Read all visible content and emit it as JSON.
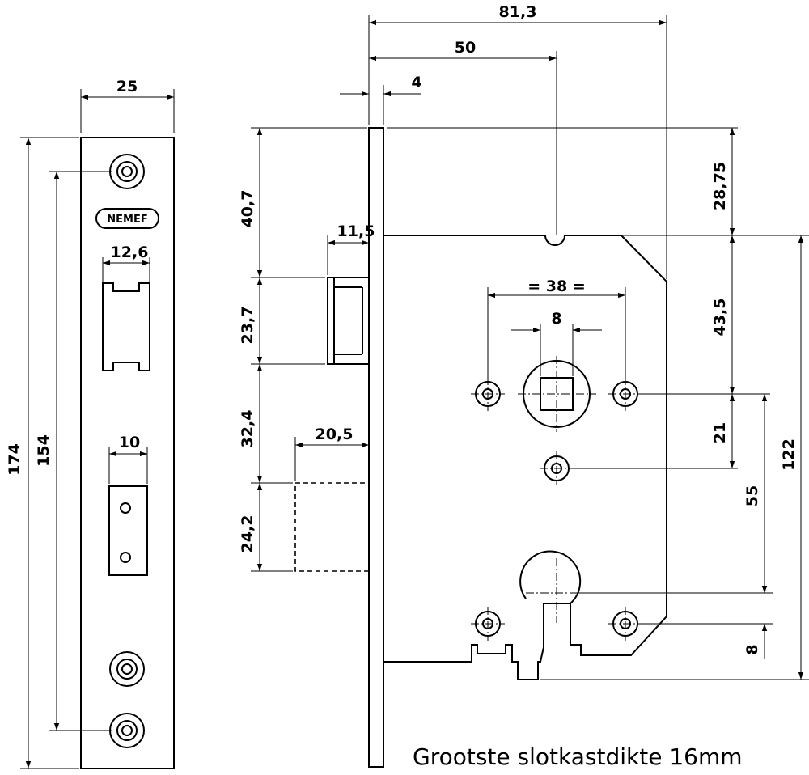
{
  "brand": "NEMEF",
  "caption": "Grootste slotkastdikte 16mm",
  "dims": {
    "faceplate_width": "25",
    "faceplate_length": "174",
    "screw_spacing": "154",
    "latch_width": "12,6",
    "bolt_width": "10",
    "overall_depth": "81,3",
    "backset": "50",
    "faceplate_thickness": "4",
    "latch_projection": "11,5",
    "bolt_projection": "20,5",
    "top_to_latch": "40,7",
    "latch_height": "23,7",
    "latch_to_bolt": "32,4",
    "bolt_height": "24,2",
    "top_offset": "28,75",
    "case_to_follower": "43,5",
    "follower_to_hole": "21",
    "case_height": "122",
    "follower_to_cylinder": "55",
    "cylinder_offset": "8",
    "screw_spacing_38": "= 38 =",
    "spindle": "8"
  }
}
